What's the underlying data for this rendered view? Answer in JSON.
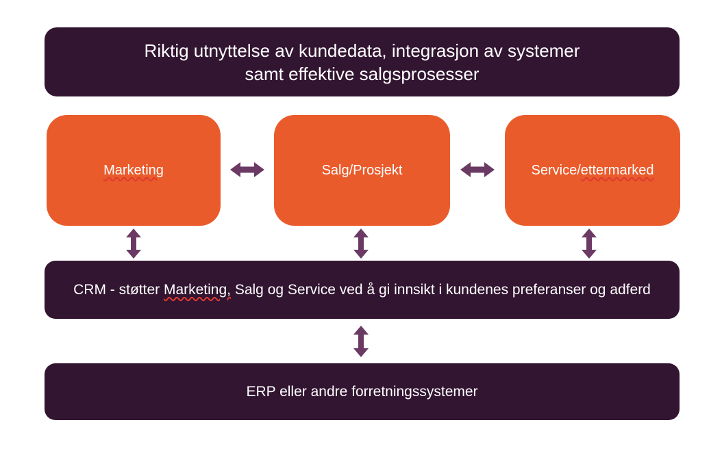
{
  "diagram": {
    "title": {
      "line1": "Riktig utnyttelse av kundedata, integrasjon av systemer",
      "line2": "samt effektive salgsprosesser"
    },
    "process_boxes": [
      {
        "prefix": "",
        "flagged": "Marketing",
        "suffix": ""
      },
      {
        "prefix": "Salg/Prosjekt",
        "flagged": "",
        "suffix": ""
      },
      {
        "prefix": "Service/",
        "flagged": "ettermarked",
        "suffix": ""
      }
    ],
    "crm_bar": {
      "prefix": "CRM - støtter ",
      "flagged": "Marketing,",
      "suffix": " Salg og Service ved å gi innsikt i kundenes preferanser og adferd"
    },
    "erp_bar": {
      "label": "ERP eller andre forretningssystemer"
    },
    "colors": {
      "dark_purple": "#321531",
      "orange": "#EA5B2C",
      "arrow_purple": "#6A3A64",
      "text_white": "#FFFFFF",
      "spellcheck_red": "#E03A2F"
    }
  }
}
